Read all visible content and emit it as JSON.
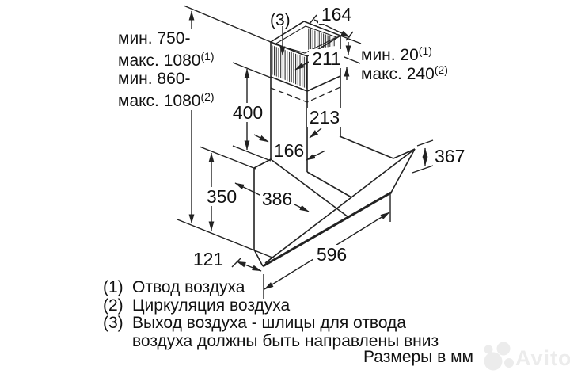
{
  "diagram": {
    "height_spec": {
      "line1": "мин. 750-",
      "line2": "макс. 1080",
      "line2_sup": "(1)",
      "line3": "мин. 860-",
      "line4": "макс. 1080",
      "line4_sup": "(2)"
    },
    "chimney": {
      "note_ref": "(3)",
      "top_width": "164",
      "top_inner_width": "211",
      "lower_width": "213",
      "depth": "166",
      "lower_height": "400",
      "gap_min": "мин. 20",
      "gap_min_sup": "(1)",
      "gap_max": "макс. 240",
      "gap_max_sup": "(2)"
    },
    "body": {
      "back_height": "350",
      "glass_height": "367",
      "top_depth": "386",
      "bottom_gap": "121",
      "width": "596"
    },
    "legend": [
      {
        "num": "(1)",
        "line1": "Отвод воздуха",
        "line2": ""
      },
      {
        "num": "(2)",
        "line1": "Циркуляция воздуха",
        "line2": ""
      },
      {
        "num": "(3)",
        "line1": "Выход воздуха - шлицы для отвода",
        "line2": "воздуха должны быть направлены вниз"
      }
    ],
    "units_note": "Размеры в мм",
    "watermark": "Avito",
    "colors": {
      "line": "#222222",
      "text": "#111111",
      "watermark": "#ececec"
    }
  }
}
